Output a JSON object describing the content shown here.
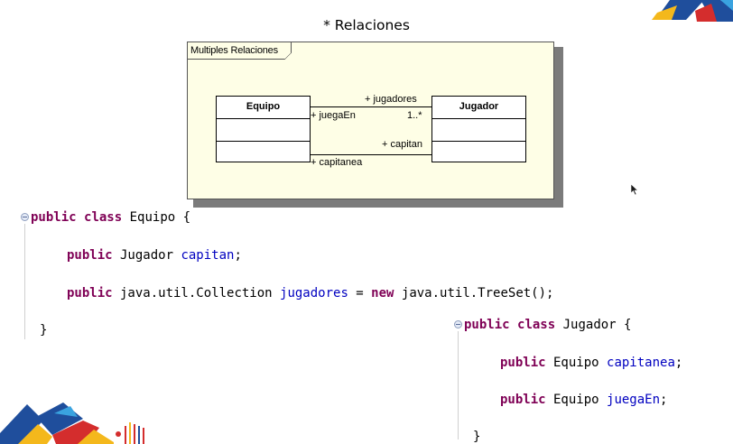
{
  "slide": {
    "title": "* Relaciones"
  },
  "diagram": {
    "frame_label": "Multiples Relaciones",
    "classes": [
      {
        "name": "Equipo"
      },
      {
        "name": "Jugador"
      }
    ],
    "associations": [
      {
        "target_role": "+ jugadores",
        "source_role": "+ juegaEn",
        "multiplicity": "1..*"
      },
      {
        "target_role": "+ capitan",
        "source_role": "+ capitanea"
      }
    ]
  },
  "code_equipo": {
    "kw_public": "public",
    "kw_class": "class",
    "class_name": " Equipo {",
    "line2_type": " Jugador ",
    "line2_field": "capitan",
    "line2_end": ";",
    "line3_type": " java.util.Collection ",
    "line3_field": "jugadores",
    "line3_eq": " = ",
    "kw_new": "new",
    "line3_end": " java.util.TreeSet();",
    "close": "}"
  },
  "code_jugador": {
    "kw_public": "public",
    "kw_class": "class",
    "class_name": " Jugador {",
    "line2_type": " Equipo ",
    "line2_field": "capitanea",
    "line2_end": ";",
    "line3_type": " Equipo ",
    "line3_field": "juegaEn",
    "line3_end": ";",
    "close": "}"
  },
  "colors": {
    "keyword": "#7f0055",
    "field": "#0000c0",
    "diagram_bg": "#fefee6",
    "logo_blue": "#1f4e9c",
    "logo_red": "#d42d2d",
    "logo_yellow": "#f4b81c"
  },
  "icons": [
    "mouse-pointer-icon",
    "fold-minus-icon",
    "brand-logo-icon"
  ]
}
